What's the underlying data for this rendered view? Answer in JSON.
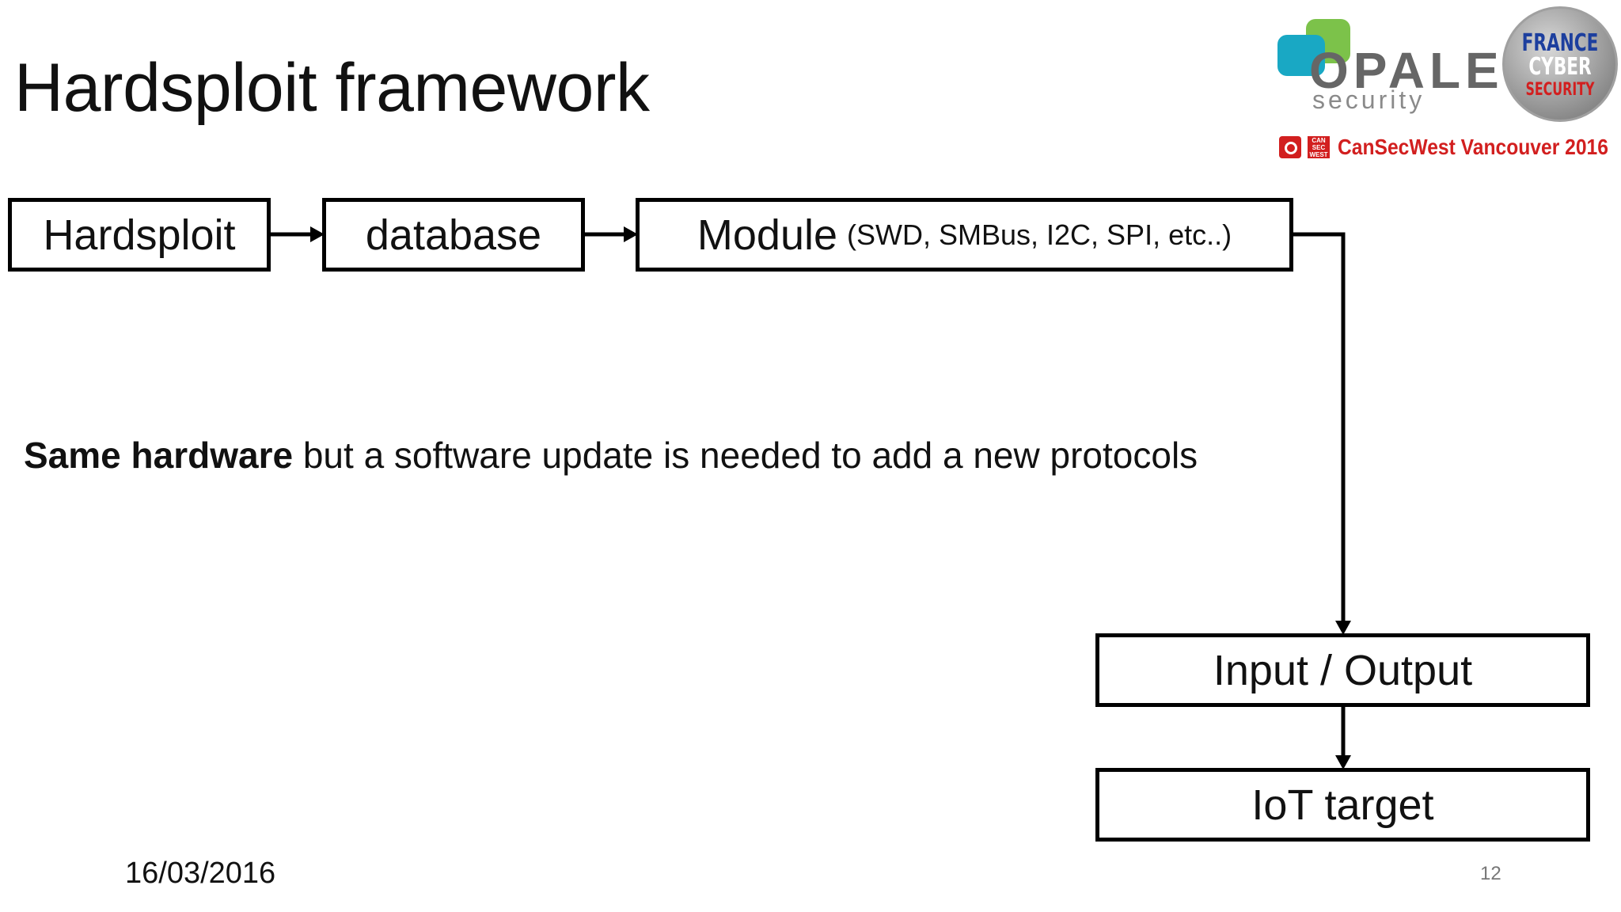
{
  "slide": {
    "title": "Hardsploit framework",
    "date": "16/03/2016",
    "page_number": "12"
  },
  "diagram": {
    "nodes": {
      "hardsploit": "Hardsploit",
      "database": "database",
      "module": "Module",
      "module_detail": "(SWD, SMBus, I2C, SPI, etc..)",
      "io": "Input / Output",
      "target": "IoT target"
    }
  },
  "note": {
    "bold": "Same hardware",
    "rest": " but a software update is needed to add a new protocols"
  },
  "logos": {
    "opale_name": "OPALE",
    "opale_tagline": "security",
    "seal_line1": "FRANCE",
    "seal_line2": "CYBER",
    "seal_line3": "SECURITY",
    "cansec_badge": [
      "CAN",
      "SEC",
      "WEST"
    ],
    "conference": "CanSecWest Vancouver 2016"
  },
  "colors": {
    "opale_green": "#7cc24a",
    "opale_blue": "#19a8c4",
    "cansec_red": "#d21f1f",
    "seal_blue": "#1d3f9e"
  }
}
